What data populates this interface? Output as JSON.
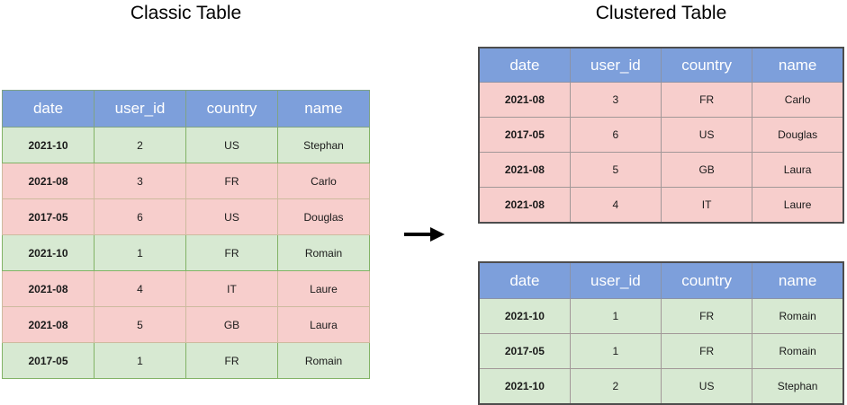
{
  "diagram": {
    "columns": [
      "date",
      "user_id",
      "country",
      "name"
    ],
    "left": {
      "title": "Classic Table",
      "rows": [
        {
          "date": "2021-10",
          "user_id": "2",
          "country": "US",
          "name": "Stephan",
          "variant": "green"
        },
        {
          "date": "2021-08",
          "user_id": "3",
          "country": "FR",
          "name": "Carlo",
          "variant": "pink"
        },
        {
          "date": "2017-05",
          "user_id": "6",
          "country": "US",
          "name": "Douglas",
          "variant": "pink"
        },
        {
          "date": "2021-10",
          "user_id": "1",
          "country": "FR",
          "name": "Romain",
          "variant": "green"
        },
        {
          "date": "2021-08",
          "user_id": "4",
          "country": "IT",
          "name": "Laure",
          "variant": "pink"
        },
        {
          "date": "2021-08",
          "user_id": "5",
          "country": "GB",
          "name": "Laura",
          "variant": "pink"
        },
        {
          "date": "2017-05",
          "user_id": "1",
          "country": "FR",
          "name": "Romain",
          "variant": "green"
        }
      ]
    },
    "right": {
      "title": "Clustered Table",
      "tables": [
        {
          "variant": "pink",
          "rows": [
            {
              "date": "2021-08",
              "user_id": "3",
              "country": "FR",
              "name": "Carlo",
              "variant": "pink"
            },
            {
              "date": "2017-05",
              "user_id": "6",
              "country": "US",
              "name": "Douglas",
              "variant": "pink"
            },
            {
              "date": "2021-08",
              "user_id": "5",
              "country": "GB",
              "name": "Laura",
              "variant": "pink"
            },
            {
              "date": "2021-08",
              "user_id": "4",
              "country": "IT",
              "name": "Laure",
              "variant": "pink"
            }
          ]
        },
        {
          "variant": "green",
          "rows": [
            {
              "date": "2021-10",
              "user_id": "1",
              "country": "FR",
              "name": "Romain",
              "variant": "green"
            },
            {
              "date": "2017-05",
              "user_id": "1",
              "country": "FR",
              "name": "Romain",
              "variant": "green"
            },
            {
              "date": "2021-10",
              "user_id": "2",
              "country": "US",
              "name": "Stephan",
              "variant": "green"
            }
          ]
        }
      ]
    },
    "arrow_icon": "arrow-right"
  },
  "colors": {
    "header_fill": "#7d9fdb",
    "header_text": "#ffffff",
    "green_fill": "#d7e9d2",
    "green_border": "#82b366",
    "pink_fill": "#f7cecc",
    "pink_border": "#cdbb9e",
    "gray_border": "#a29898",
    "outline_dark": "#4d4d4d",
    "header_border_classic": "#7fa386",
    "header_border_right": "#8b93a8",
    "cell_text": "#1a1a1a",
    "title_text": "#000000",
    "arrow": "#000000"
  }
}
